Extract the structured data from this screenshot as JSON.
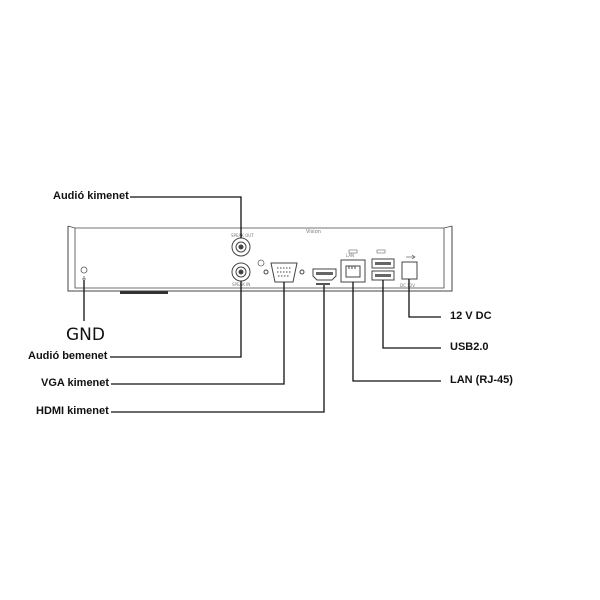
{
  "device": {
    "brand": "Vision",
    "port_labels": {
      "audio_out": "SPEAK OUT",
      "audio_in": "SPEAK IN",
      "lan": "LAN",
      "power": "DC 12V"
    }
  },
  "callouts": {
    "audio_out": "Audió kimenet",
    "gnd": "GND",
    "audio_in": "Audió bemenet",
    "vga": "VGA kimenet",
    "hdmi": "HDMI kimenet",
    "dc": "12 V DC",
    "usb": "USB2.0",
    "lan": "LAN (RJ-45)"
  }
}
